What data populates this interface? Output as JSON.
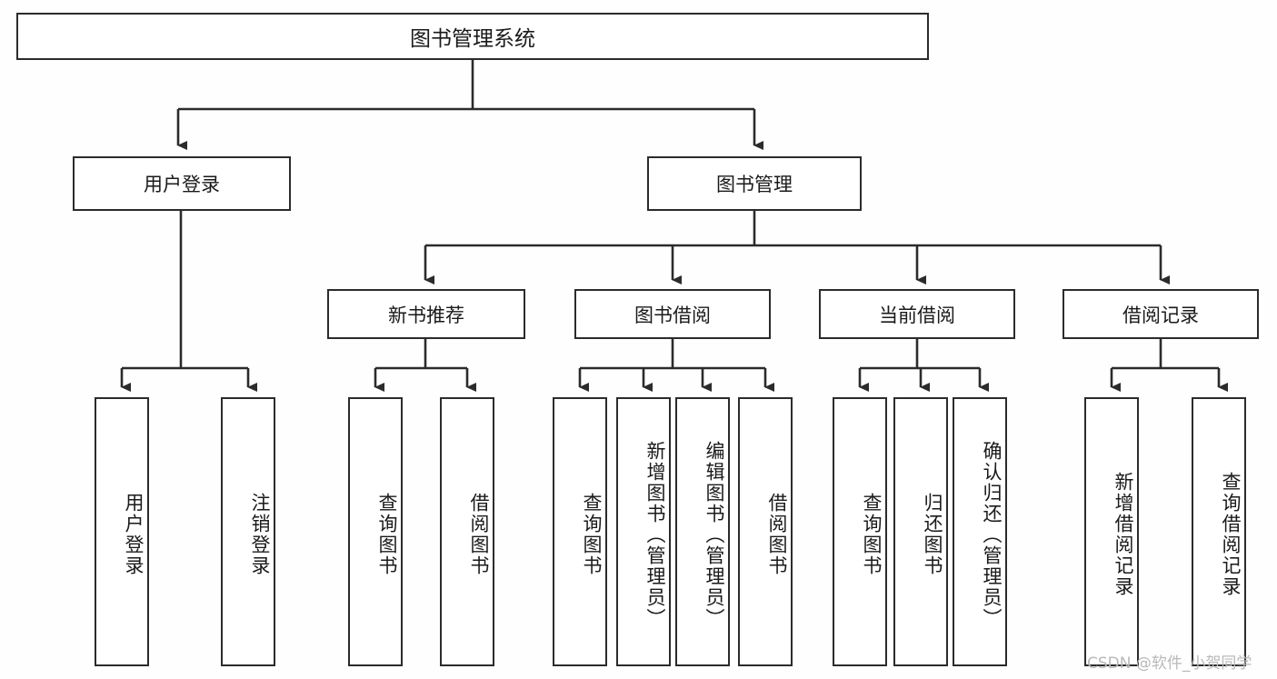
{
  "diagram": {
    "title": "图书管理系统",
    "type": "tree",
    "watermark": "CSDN @软件_小贺同学",
    "colors": {
      "box_border": "#2b2b2b",
      "box_fill": "#ffffff",
      "connector": "#2b2b2b",
      "background": "#fefefe",
      "watermark": "#b9b9b9"
    },
    "nodes": {
      "root": {
        "label": "图书管理系统"
      },
      "level2": [
        {
          "label": "用户登录"
        },
        {
          "label": "图书管理"
        }
      ],
      "level3": [
        {
          "label": "新书推荐"
        },
        {
          "label": "图书借阅"
        },
        {
          "label": "当前借阅"
        },
        {
          "label": "借阅记录"
        }
      ],
      "leaves": {
        "user_login": [
          {
            "label": "用户登录"
          },
          {
            "label": "注销登录"
          }
        ],
        "new_book": [
          {
            "label": "查询图书"
          },
          {
            "label": "借阅图书"
          }
        ],
        "borrow": [
          {
            "label": "查询图书"
          },
          {
            "label": "新增图书（管理员）"
          },
          {
            "label": "编辑图书（管理员）"
          },
          {
            "label": "借阅图书"
          }
        ],
        "current": [
          {
            "label": "查询图书"
          },
          {
            "label": "归还图书"
          },
          {
            "label": "确认归还（管理员）"
          }
        ],
        "records": [
          {
            "label": "新增借阅记录"
          },
          {
            "label": "查询借阅记录"
          }
        ]
      }
    }
  }
}
